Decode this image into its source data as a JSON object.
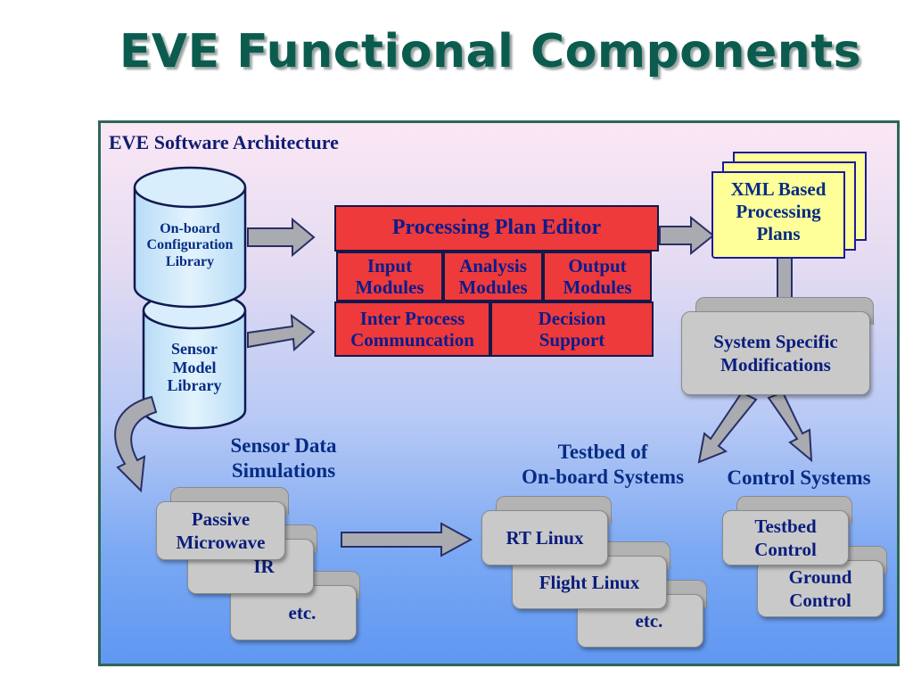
{
  "title": "EVE Functional Components",
  "panel": {
    "title": "EVE Software Architecture"
  },
  "libraries": {
    "onboard": "On-board Configuration Library",
    "onboard_lines": [
      "On-board",
      "Configuration",
      "Library"
    ],
    "sensor_lines": [
      "Sensor",
      "Model",
      "Library"
    ]
  },
  "editor": {
    "title": "Processing Plan Editor",
    "input": [
      "Input",
      "Modules"
    ],
    "analysis": [
      "Analysis",
      "Modules"
    ],
    "output": [
      "Output",
      "Modules"
    ],
    "ipc": [
      "Inter Process",
      "Communcation"
    ],
    "decision": [
      "Decision",
      "Support"
    ]
  },
  "xml_plans": [
    "XML Based",
    "Processing",
    "Plans"
  ],
  "system_mods": [
    "System Specific",
    "Modifications"
  ],
  "sensor_sim": {
    "heading": [
      "Sensor Data",
      "Simulations"
    ],
    "items": [
      "Passive Microwave",
      "IR",
      "etc."
    ],
    "passive_lines": [
      "Passive",
      "Microwave"
    ]
  },
  "testbed": {
    "heading": [
      "Testbed of",
      "On-board Systems"
    ],
    "items": [
      "RT Linux",
      "Flight Linux",
      "etc."
    ]
  },
  "control": {
    "heading": "Control Systems",
    "testbed_lines": [
      "Testbed",
      "Control"
    ],
    "ground_lines": [
      "Ground",
      "Control"
    ]
  },
  "colors": {
    "title": "#0b5c4e",
    "label": "#062c84",
    "red_box": "#ee3a3a",
    "grey_box": "#c9c9c9",
    "doc": "#ffff99",
    "cylinder": "#cce8fb"
  }
}
